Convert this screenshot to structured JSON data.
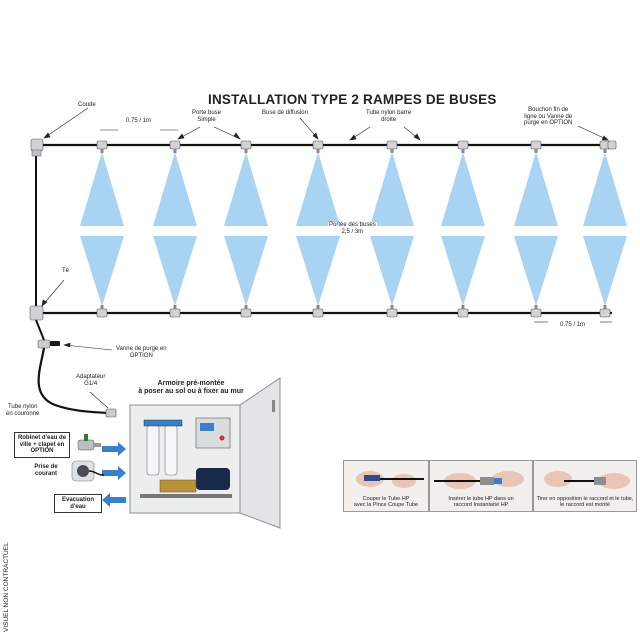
{
  "title": "INSTALLATION TYPE 2 RAMPES DE BUSES",
  "labels": {
    "coude": "Coude",
    "spacing_top": "0.75 / 1m",
    "porte_buse": "Porte buse\nSimple",
    "buse_diffusion": "Buse de diffusion",
    "tube_nylon_barre": "Tube nylon barre\ndroite",
    "bouchon": "Bouchon fin de\nligne ou Vanne de\npurge en OPTION",
    "portee": "Portée des buses\n2,5 / 3m",
    "te": "Té",
    "spacing_bottom": "0.75 / 1m",
    "vanne_purge": "Vanne de purge en\nOPTION",
    "adaptateur": "Adaptateur\nG1/4",
    "tube_couronne": "Tube nylon\nen couronne"
  },
  "cabinet": {
    "title": "Armoire pré-montée\nà poser au sol ou à fixer au mur"
  },
  "side_boxes": [
    "Robinet d'eau de\nville + clapet en\nOPTION",
    "Prise de\ncourant",
    "Evacuation\nd'eau"
  ],
  "steps": [
    {
      "caption": "Couper le Tube HP\navec la Pince Coupe Tube"
    },
    {
      "caption": "Insérer le tube HP dans un\nraccord Instantané HP"
    },
    {
      "caption": "Tirer en opposition le raccord et le tube,\nle raccord est monté"
    }
  ],
  "disclaimer": "VISUEL NON CONTRACTUEL",
  "colors": {
    "spray": "#a9d3f2",
    "pipe": "#111111",
    "cabinet": "#eceeee",
    "pump": "#1a2a4a",
    "accent_blue": "#3a7fc8"
  },
  "icons": [
    "elbow-fitting-icon",
    "nozzle-icon",
    "tee-fitting-icon",
    "valve-icon",
    "faucet-icon",
    "plug-icon"
  ]
}
